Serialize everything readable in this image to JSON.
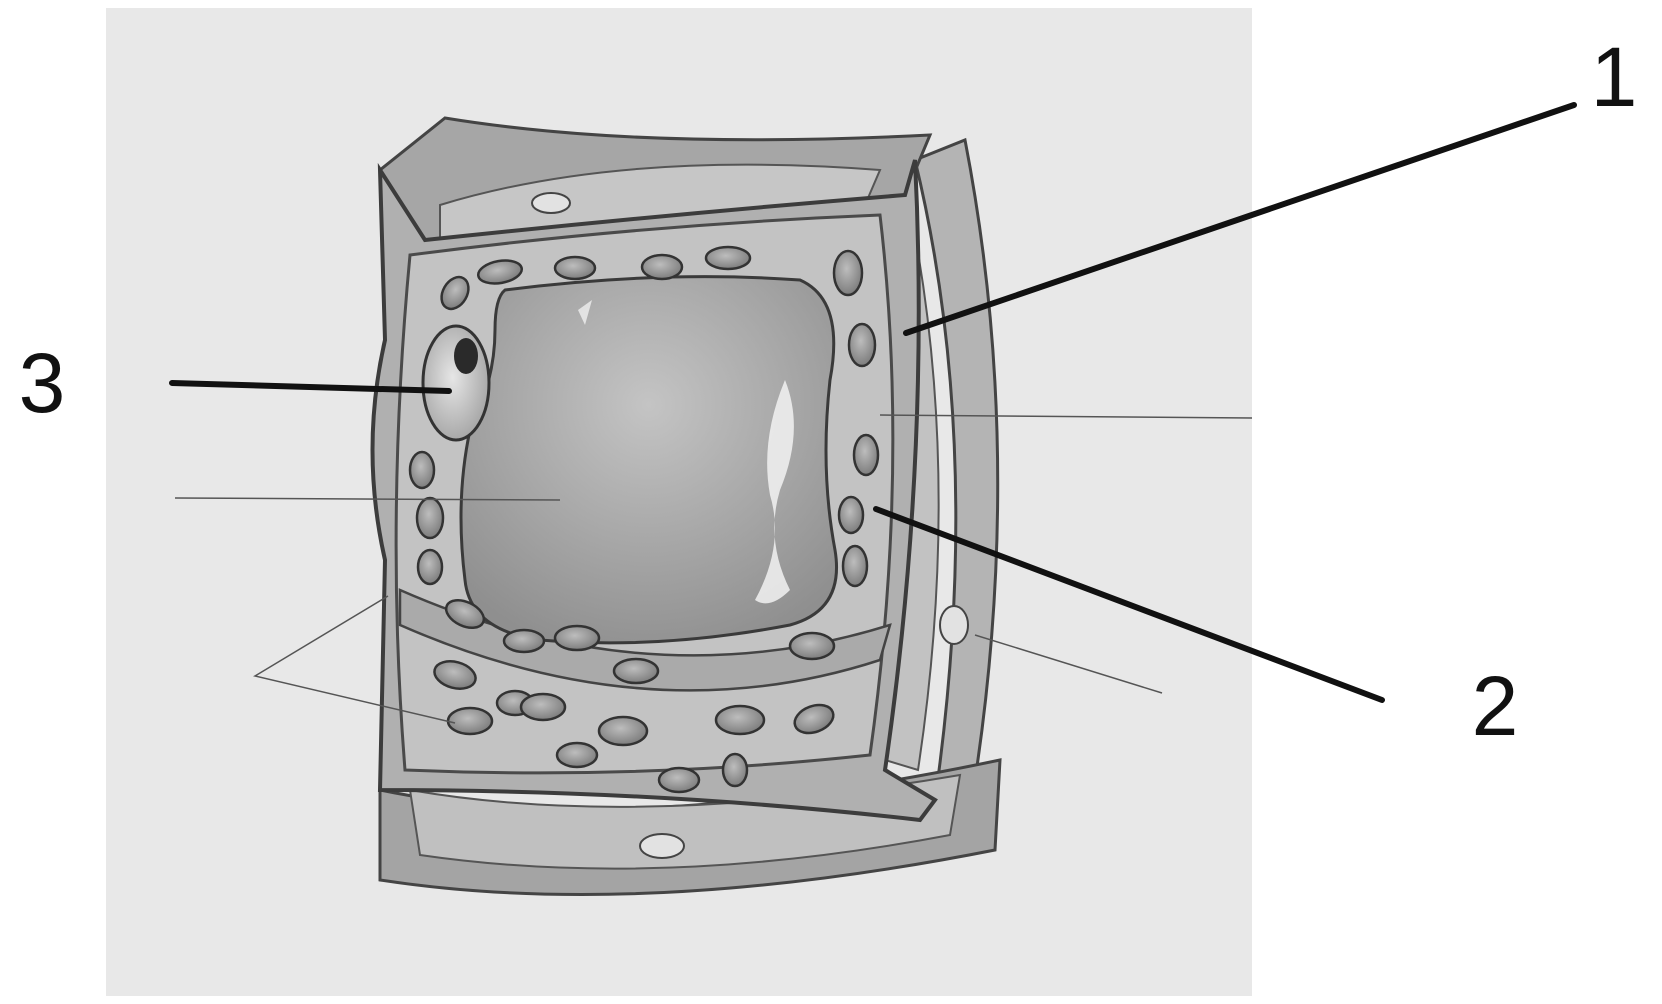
{
  "labels": {
    "one": "1",
    "two": "2",
    "three": "3"
  },
  "colors": {
    "paper": "#e9e9e9",
    "wall": "#9e9e9e",
    "wall_light": "#c9c9c9",
    "cytoplasm": "#bdbdbd",
    "vacuole": "#a8a8a8",
    "chloroplast": "#8e8e8e",
    "nucleus": "#d4d4d4",
    "nucleolus": "#2a2a2a",
    "outline": "#444444",
    "leader": "#111111"
  }
}
